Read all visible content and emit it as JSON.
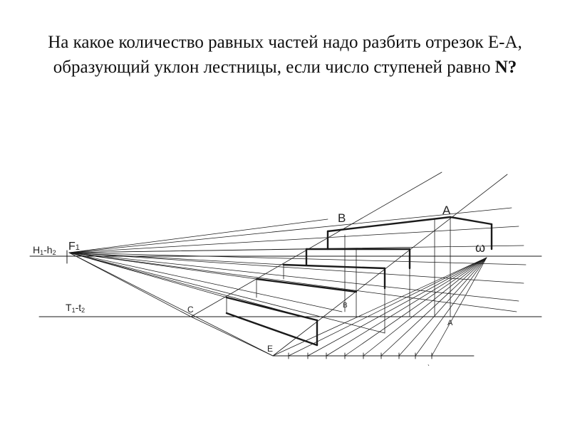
{
  "title": {
    "text": "На какое количество равных частей надо разбить отрезок Е-А, образующий уклон лестницы, если число ступеней равно",
    "emphasis": "N?"
  },
  "labels": {
    "horizon_a": "H",
    "horizon_a_sub": "1",
    "horizon_sep": "-h",
    "horizon_b_sub": "2",
    "floor_a": "T",
    "floor_a_sub": "1",
    "floor_sep": "-t",
    "floor_b_sub": "2",
    "vanishing_point": "F",
    "vanishing_point_sub": "1",
    "omega": "ω",
    "point_A_top": "A",
    "point_B_top": "B",
    "point_B_small": "B",
    "point_A_bottom": "A",
    "point_C": "C",
    "point_E": "E",
    "tick_mark": "ˎ"
  },
  "colors": {
    "line": "#1a1a1a",
    "text": "#222222"
  }
}
